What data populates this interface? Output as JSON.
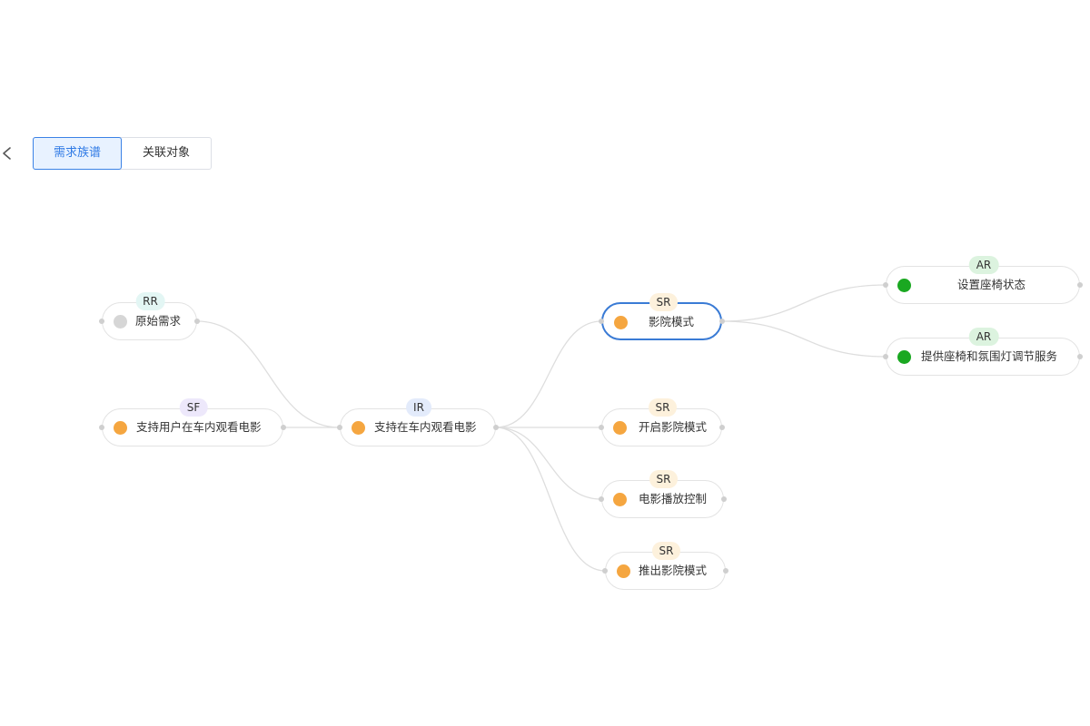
{
  "tabs": [
    {
      "label": "需求族谱",
      "active": true
    },
    {
      "label": "关联对象",
      "active": false
    }
  ],
  "colors": {
    "gray": "#d6d6d6",
    "orange": "#f5a640",
    "green": "#1aa821",
    "badge_rr": "#e3f6f4",
    "badge_sf": "#ede8fb",
    "badge_ir": "#e3ebfb",
    "badge_sr": "#fdf1dc",
    "badge_ar": "#dcf3df",
    "edge": "#dedede",
    "selected_border": "#3a7bd5"
  },
  "nodes": [
    {
      "id": "rr",
      "type": "RR",
      "label": "原始需求",
      "status": "gray"
    },
    {
      "id": "sf",
      "type": "SF",
      "label": "支持用户在车内观看电影",
      "status": "orange"
    },
    {
      "id": "ir",
      "type": "IR",
      "label": "支持在车内观看电影",
      "status": "orange"
    },
    {
      "id": "sr1",
      "type": "SR",
      "label": "影院模式",
      "status": "orange",
      "selected": true
    },
    {
      "id": "sr2",
      "type": "SR",
      "label": "开启影院模式",
      "status": "orange"
    },
    {
      "id": "sr3",
      "type": "SR",
      "label": "电影播放控制",
      "status": "orange"
    },
    {
      "id": "sr4",
      "type": "SR",
      "label": "推出影院模式",
      "status": "orange"
    },
    {
      "id": "ar1",
      "type": "AR",
      "label": "设置座椅状态",
      "status": "green"
    },
    {
      "id": "ar2",
      "type": "AR",
      "label": "提供座椅和氛围灯调节服务",
      "status": "green"
    }
  ],
  "edges": [
    [
      "rr",
      "ir"
    ],
    [
      "sf",
      "ir"
    ],
    [
      "ir",
      "sr1"
    ],
    [
      "ir",
      "sr2"
    ],
    [
      "ir",
      "sr3"
    ],
    [
      "ir",
      "sr4"
    ],
    [
      "sr1",
      "ar1"
    ],
    [
      "sr1",
      "ar2"
    ]
  ]
}
